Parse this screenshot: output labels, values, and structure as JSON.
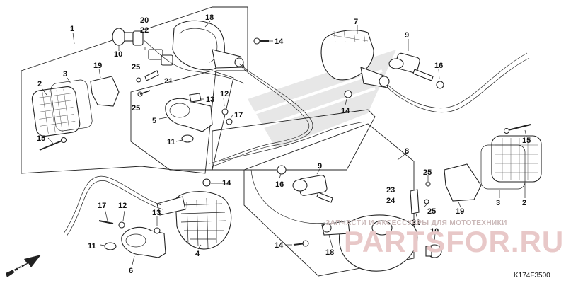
{
  "diagram": {
    "code": "K174F3500",
    "direction_label": "FR.",
    "watermark_text": "ЗАПЧАСТИ И АКСЕССУАРЫ ДЛЯ МОТОТЕХНИКИ",
    "watermark_logo": "PARTSFOR.RU",
    "callouts": {
      "c1": "1",
      "c2": "2",
      "c3": "3",
      "c4": "4",
      "c5": "5",
      "c6": "6",
      "c7": "7",
      "c8": "8",
      "c9": "9",
      "c10": "10",
      "c11": "11",
      "c12": "12",
      "c13": "13",
      "c14": "14",
      "c15": "15",
      "c16": "16",
      "c17": "17",
      "c18": "18",
      "c19": "19",
      "c20": "20",
      "c21": "21",
      "c22": "22",
      "c23": "23",
      "c24": "24",
      "c25": "25"
    }
  }
}
